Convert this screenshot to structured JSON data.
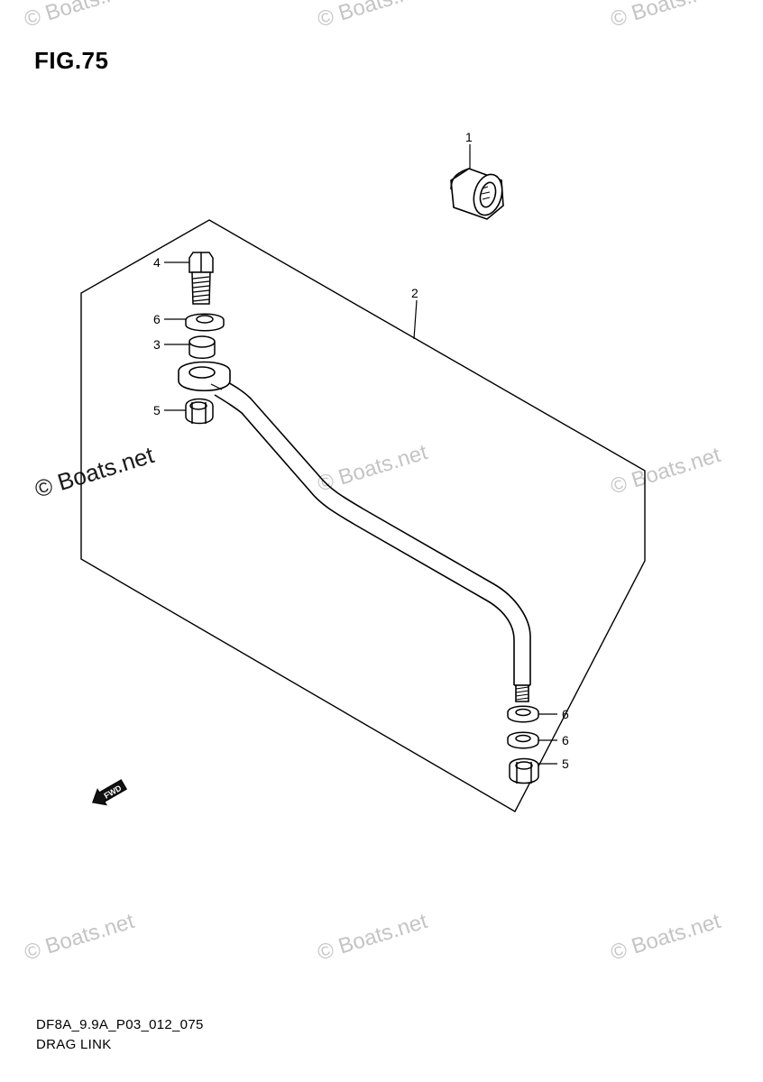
{
  "figure": {
    "title": "FIG.75",
    "footer_code": "DF8A_9.9A_P03_012_075",
    "footer_name": "DRAG LINK"
  },
  "watermark": {
    "text": "© Boats.net"
  },
  "callouts": {
    "c1": "1",
    "c2": "2",
    "c3": "3",
    "c4": "4",
    "c5a": "5",
    "c5b": "5",
    "c6a": "6",
    "c6b": "6",
    "c6c": "6"
  },
  "fwd_label": "FWD"
}
